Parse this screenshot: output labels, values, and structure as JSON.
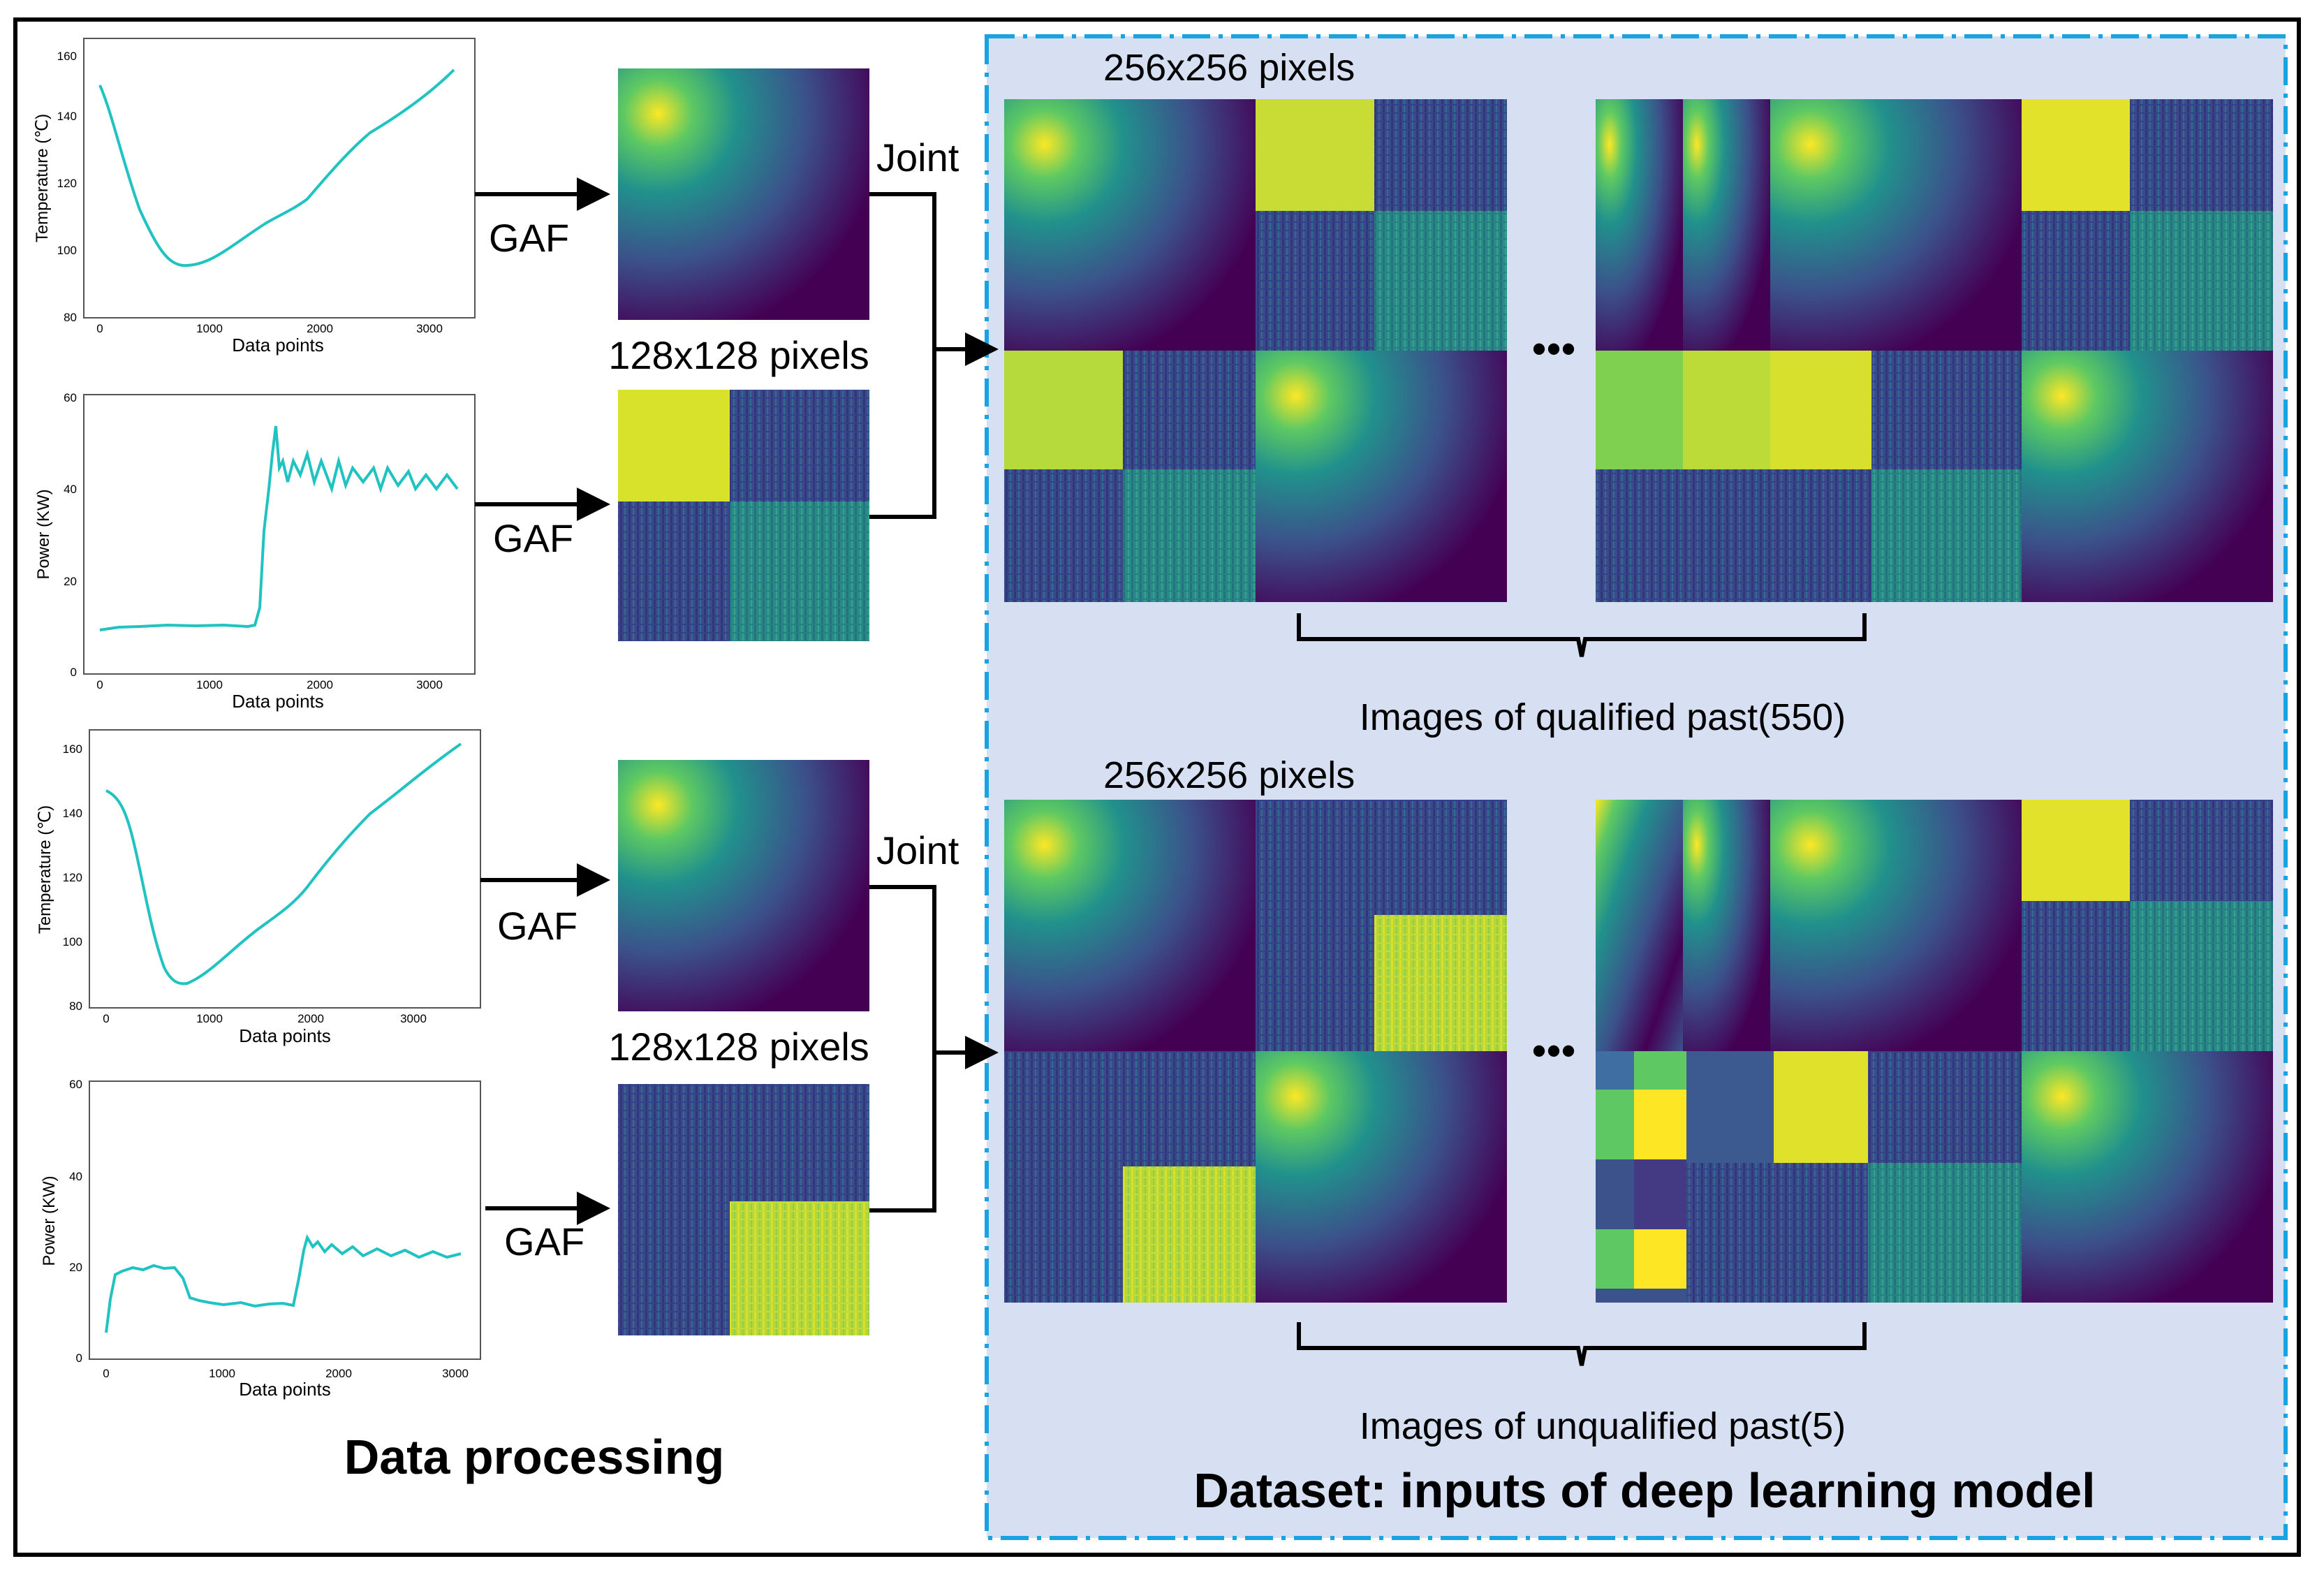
{
  "colors": {
    "teal": "#20c2c2",
    "viridis_dark": "#440154",
    "viridis_blue": "#3b528b",
    "viridis_teal": "#21918c",
    "viridis_green": "#5ec962",
    "viridis_yellow": "#fde725",
    "panel_bg": "#d6e0f2",
    "panel_border": "#19a3e0"
  },
  "left": {
    "title": "Data processing",
    "plots": [
      {
        "ylabel": "Temperature (℃)",
        "xlabel": "Data points",
        "yticks": [
          "160",
          "140",
          "120",
          "100",
          "80"
        ],
        "xticks": [
          "0",
          "1000",
          "2000",
          "3000"
        ]
      },
      {
        "ylabel": "Power (KW)",
        "xlabel": "Data points",
        "yticks": [
          "60",
          "40",
          "20",
          "0"
        ],
        "xticks": [
          "0",
          "1000",
          "2000",
          "3000"
        ]
      },
      {
        "ylabel": "Temperature (℃)",
        "xlabel": "Data points",
        "yticks": [
          "160",
          "140",
          "120",
          "100",
          "80"
        ],
        "xticks": [
          "0",
          "1000",
          "2000",
          "3000"
        ]
      },
      {
        "ylabel": "Power (KW)",
        "xlabel": "Data points",
        "yticks": [
          "60",
          "40",
          "20",
          "0"
        ],
        "xticks": [
          "0",
          "1000",
          "2000",
          "3000"
        ]
      }
    ],
    "gaf_labels": [
      "GAF",
      "GAF",
      "GAF",
      "GAF"
    ],
    "pixel_labels": [
      "128x128 pixels",
      "128x128 pixels"
    ],
    "joint_labels": [
      "Joint",
      "Joint"
    ]
  },
  "right": {
    "title": "Dataset: inputs of deep learning model",
    "size_labels": [
      "256x256 pixels",
      "256x256 pixels"
    ],
    "ellipsis": "•••",
    "groups": [
      "Images of qualified past(550)",
      "Images of unqualified past(5)"
    ]
  }
}
